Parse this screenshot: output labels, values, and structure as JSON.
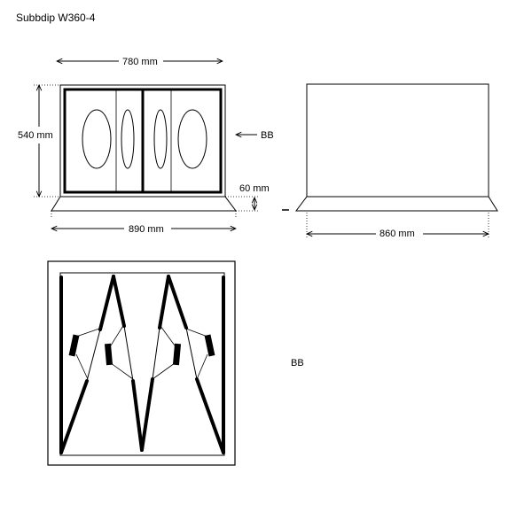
{
  "title": "Subbdip W360-4",
  "front_view": {
    "width_label": "780 mm",
    "height_label": "540 mm",
    "base_height_label": "60 mm",
    "base_width_label": "890 mm",
    "arrow_label": "BB"
  },
  "side_view": {
    "base_width_label": "860 mm"
  },
  "section_view": {
    "label": "BB"
  },
  "colors": {
    "ink": "#000000",
    "paper": "#ffffff"
  }
}
